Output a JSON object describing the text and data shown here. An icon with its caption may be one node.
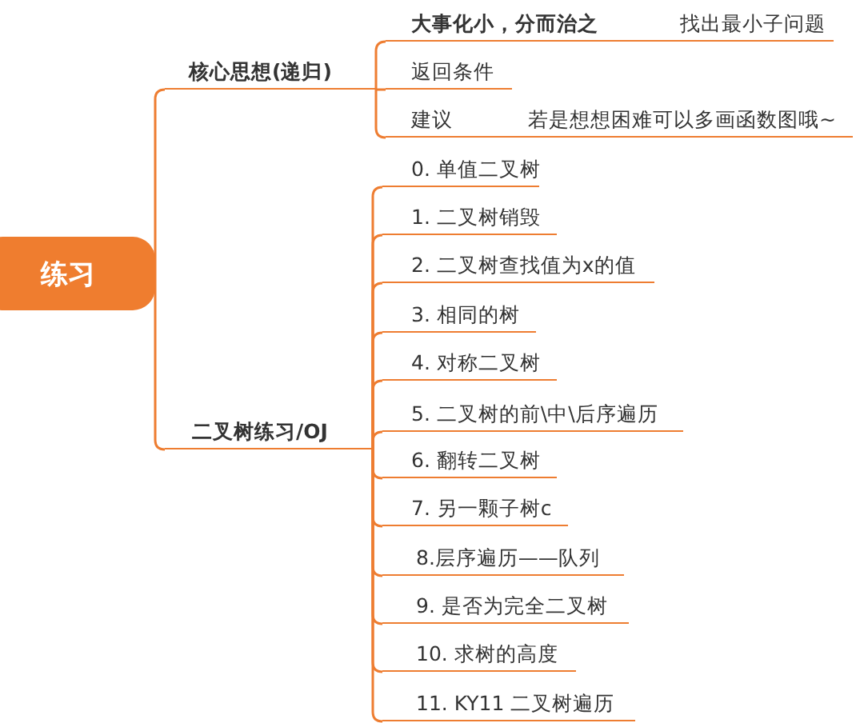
{
  "diagram": {
    "nodes": [
      {
        "text": [
          "练习"
        ]
      },
      {
        "text": [
          "核心思想(递归)"
        ]
      },
      {
        "text": [
          "大事化小，分而治之"
        ],
        "beside": [
          "找出最小子问题"
        ]
      },
      {
        "text": [
          "返回条件"
        ]
      },
      {
        "text": [
          "建议"
        ],
        "beside": [
          "若是想想困难可以多画函数图哦~"
        ]
      },
      {
        "text": [
          "二叉树练习/OJ"
        ]
      },
      {
        "text": [
          "0. 单值二叉树"
        ]
      },
      {
        "text": [
          "1. 二叉树销毁"
        ]
      },
      {
        "text": [
          "2. 二叉树查找值为x的值"
        ]
      },
      {
        "text": [
          "3. 相同的树"
        ]
      },
      {
        "text": [
          "4. 对称二叉树"
        ]
      },
      {
        "text": [
          "5. 二叉树的前\\中\\后序遍历"
        ]
      },
      {
        "text": [
          "6. 翻转二叉树"
        ]
      },
      {
        "text": [
          "7. 另一颗子树c"
        ]
      },
      {
        "text": [
          "8.层序遍历——队列"
        ]
      },
      {
        "text": [
          "9. 是否为完全二叉树"
        ]
      },
      {
        "text": [
          "10. 求树的高度"
        ]
      },
      {
        "text": [
          "11. KY11 二叉树遍历"
        ]
      }
    ],
    "edges": [
      {
        "from": 0,
        "to": 1,
        "arrow": "none"
      },
      {
        "from": 1,
        "to": 2,
        "arrow": "none"
      },
      {
        "from": 1,
        "to": 3,
        "arrow": "none"
      },
      {
        "from": 1,
        "to": 4,
        "arrow": "none"
      },
      {
        "from": 0,
        "to": 5,
        "arrow": "none"
      },
      {
        "from": 5,
        "to": 6,
        "arrow": "none"
      },
      {
        "from": 5,
        "to": 7,
        "arrow": "none"
      },
      {
        "from": 5,
        "to": 8,
        "arrow": "none"
      },
      {
        "from": 5,
        "to": 9,
        "arrow": "none"
      },
      {
        "from": 5,
        "to": 10,
        "arrow": "none"
      },
      {
        "from": 5,
        "to": 11,
        "arrow": "none"
      },
      {
        "from": 5,
        "to": 12,
        "arrow": "none"
      },
      {
        "from": 5,
        "to": 13,
        "arrow": "none"
      },
      {
        "from": 5,
        "to": 14,
        "arrow": "none"
      },
      {
        "from": 5,
        "to": 15,
        "arrow": "none"
      },
      {
        "from": 5,
        "to": 16,
        "arrow": "none"
      },
      {
        "from": 5,
        "to": 17,
        "arrow": "none"
      }
    ]
  }
}
